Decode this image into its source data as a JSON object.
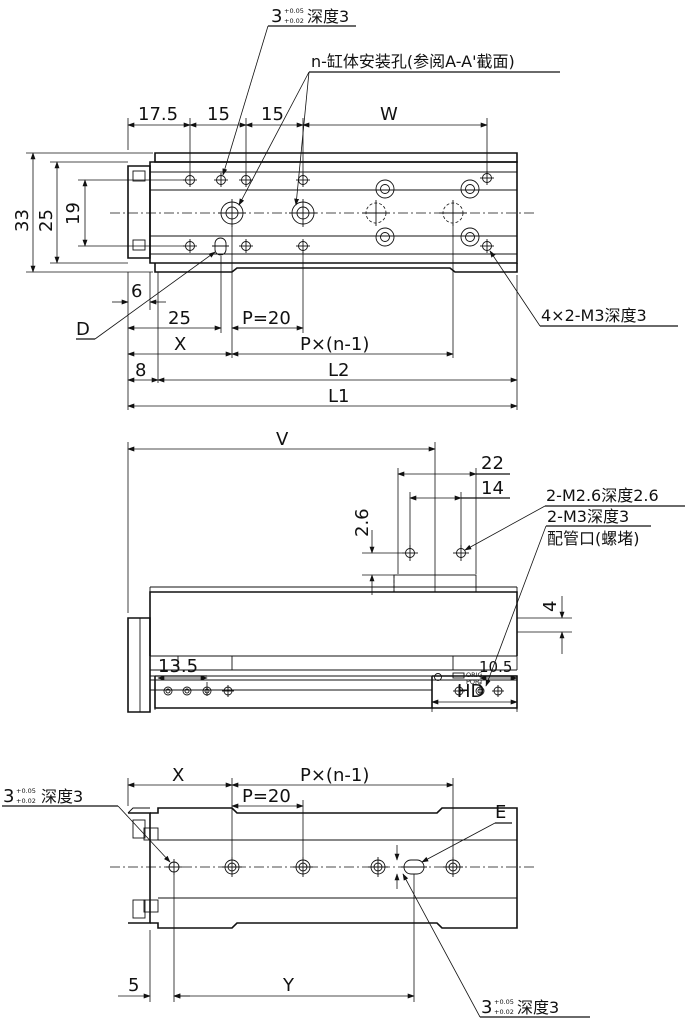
{
  "top_view": {
    "note_pin_hole": {
      "main": "3",
      "tol_upper": "+0.05",
      "tol_lower": "+0.02",
      "suffix": "深度3"
    },
    "note_mount_holes": "n-缸体安装孔(参阅A-A'截面)",
    "dims": {
      "d17_5": "17.5",
      "d15a": "15",
      "d15b": "15",
      "w": "W",
      "d33": "33",
      "d25": "25",
      "d19": "19",
      "d6": "6",
      "d25_bottom": "25",
      "p20": "P=20",
      "x": "X",
      "p_n1": "P×(n-1)",
      "d8": "8",
      "l2": "L2",
      "l1": "L1"
    },
    "label_d": "D",
    "note_4x2": "4×2-M3深度3"
  },
  "side_view": {
    "dims": {
      "v": "V",
      "d22": "22",
      "d14": "14",
      "d2_6": "2.6",
      "d4": "4",
      "d13_5": "13.5",
      "d10_5": "10.5",
      "hd": "HD"
    },
    "note_m26": "2-M2.6深度2.6",
    "note_m3_line1": "2-M3深度3",
    "note_m3_line2": "配管口(螺堵)",
    "plate_text_1": "ORIG",
    "plate_text_2": "PORT"
  },
  "bottom_view": {
    "dims": {
      "x": "X",
      "p_n1": "P×(n-1)",
      "p20": "P=20",
      "d5": "5",
      "y": "Y"
    },
    "label_e": "E",
    "note_pin_left": {
      "main": "3",
      "tol_upper": "+0.05",
      "tol_lower": "+0.02",
      "suffix": "深度3"
    },
    "note_pin_right": {
      "main": "3",
      "tol_upper": "+0.05",
      "tol_lower": "+0.02",
      "suffix": "深度3"
    }
  }
}
